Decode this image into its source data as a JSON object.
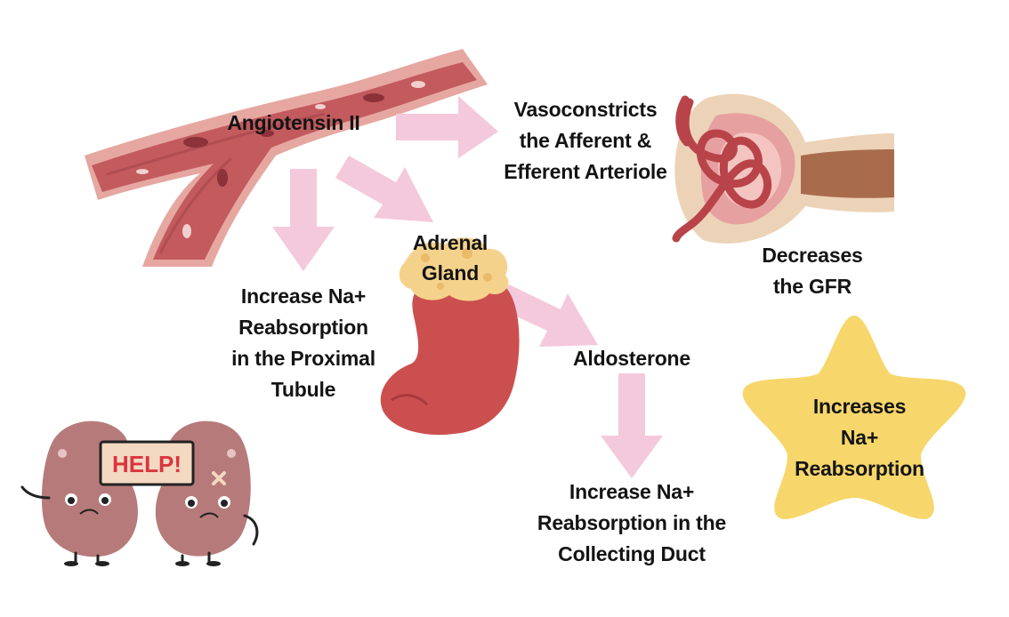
{
  "nodes": {
    "angiotensin": {
      "lines": [
        "Angiotensin II"
      ]
    },
    "vasoconstricts": {
      "lines": [
        "Vasoconstricts",
        "the Afferent &",
        "Efferent Arteriole"
      ]
    },
    "decreases_gfr": {
      "lines": [
        "Decreases",
        "the GFR"
      ]
    },
    "adrenal_gland": {
      "lines": [
        "Adrenal",
        "Gland"
      ]
    },
    "proximal": {
      "lines": [
        "Increase Na+",
        "Reabsorption",
        "in the Proximal",
        "Tubule"
      ]
    },
    "aldosterone": {
      "lines": [
        "Aldosterone"
      ]
    },
    "collecting_duct": {
      "lines": [
        "Increase Na+",
        "Reabsorption in the",
        "Collecting Duct"
      ]
    },
    "star": {
      "lines": [
        "Increases",
        "Na+",
        "Reabsorption"
      ]
    }
  },
  "help_sign": "HELP!",
  "colors": {
    "arrow": "#f4c9dc",
    "vessel": "#c25a5e",
    "vessel_outer": "#e6a7a1",
    "adrenal": "#f5d28c",
    "kidney": "#cc4f4f",
    "star": "#f7d66b",
    "cartoon_kidney": "#b77a7a",
    "help_sign": "#f3d8c2",
    "help_text": "#d9363e"
  }
}
